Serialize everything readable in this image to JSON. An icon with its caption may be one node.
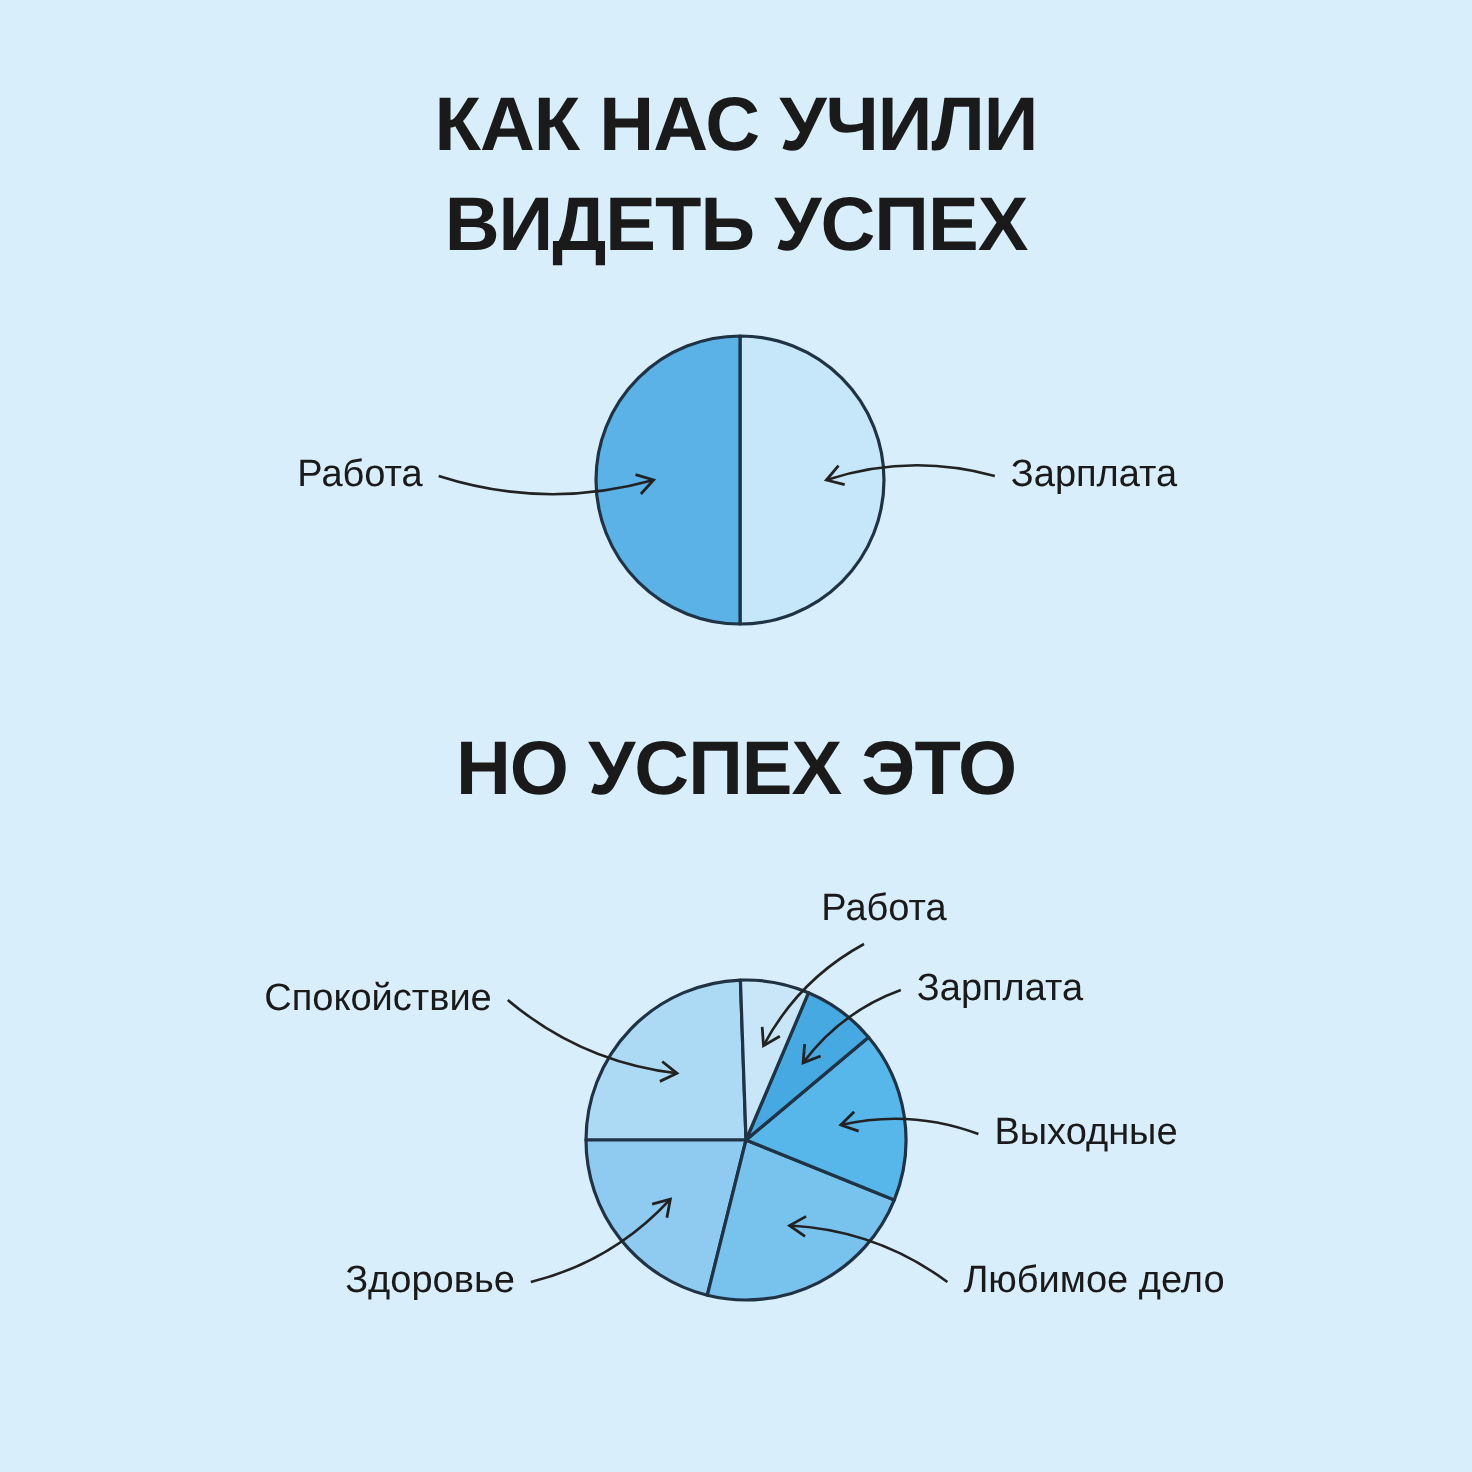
{
  "diagram": {
    "title": "КАК НАС УЧИЛИ ВИДЕТЬ УСПЕХ",
    "nodes": [
      {
        "text": [
          "Работа"
        ]
      },
      {
        "text": [],
        "shape": "slice"
      },
      {
        "text": [],
        "shape": "slice"
      },
      {
        "text": [
          "Зарплата"
        ]
      },
      {
        "text": [
          "Работа"
        ]
      },
      {
        "text": [
          "Зарплата"
        ]
      },
      {
        "text": [
          "Спокойствие"
        ]
      },
      {
        "text": [
          "Выходные"
        ]
      },
      {
        "text": [
          "Здоровье"
        ]
      },
      {
        "text": [
          "Любимое дело"
        ]
      },
      {
        "text": [],
        "shape": "slice"
      },
      {
        "text": [],
        "shape": "slice"
      },
      {
        "text": [],
        "shape": "slice"
      },
      {
        "text": [],
        "shape": "slice"
      },
      {
        "text": [],
        "shape": "slice"
      },
      {
        "text": [],
        "shape": "slice"
      }
    ],
    "edges": [
      {
        "from": 0,
        "to": 1,
        "arrow": "to"
      },
      {
        "from": 3,
        "to": 2,
        "arrow": "to"
      },
      {
        "from": 4,
        "to": 10,
        "arrow": "to"
      },
      {
        "from": 5,
        "to": 11,
        "arrow": "to"
      },
      {
        "from": 6,
        "to": 15,
        "arrow": "to"
      },
      {
        "from": 7,
        "to": 12,
        "arrow": "to"
      },
      {
        "from": 8,
        "to": 14,
        "arrow": "to"
      },
      {
        "from": 9,
        "to": 13,
        "arrow": "to"
      }
    ],
    "labels": [
      "НО УСПЕХ ЭТО"
    ]
  }
}
